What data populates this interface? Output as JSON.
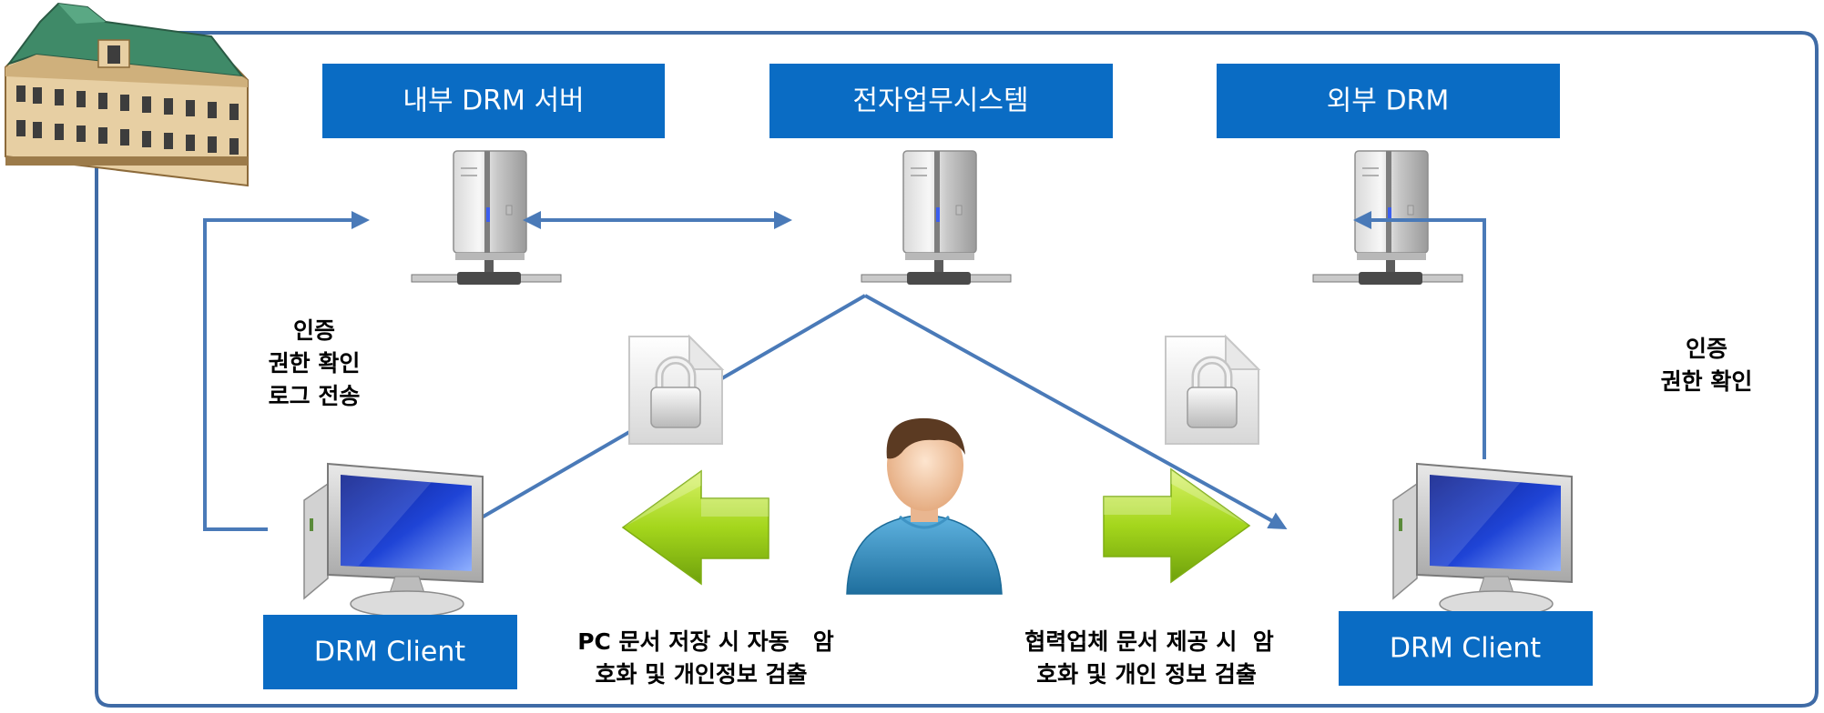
{
  "colors": {
    "frame": "#3f6ba6",
    "box_fill": "#0a6cc4",
    "connector": "#4a7ab8",
    "green_arrow": "#9acd1c"
  },
  "boxes": {
    "internal_drm_server": "내부 DRM 서버",
    "electronic_system": "전자업무시스템",
    "external_drm": "외부 DRM",
    "drm_client_left": "DRM Client",
    "drm_client_right": "DRM Client"
  },
  "labels": {
    "left_auth": [
      "인증",
      "권한 확인",
      "로그 전송"
    ],
    "right_auth": [
      "인증",
      "권한 확인"
    ],
    "bottom_left": [
      "PC 문서 저장 시 자동   암",
      "호화 및 개인정보 검출"
    ],
    "bottom_right": [
      "협력업체 문서 제공 시  암",
      "호화 및 개인 정보 검출"
    ]
  },
  "icons": [
    "building-icon",
    "server-icon",
    "lock-document-icon",
    "user-icon",
    "computer-icon",
    "green-arrow-left-icon",
    "green-arrow-right-icon"
  ]
}
